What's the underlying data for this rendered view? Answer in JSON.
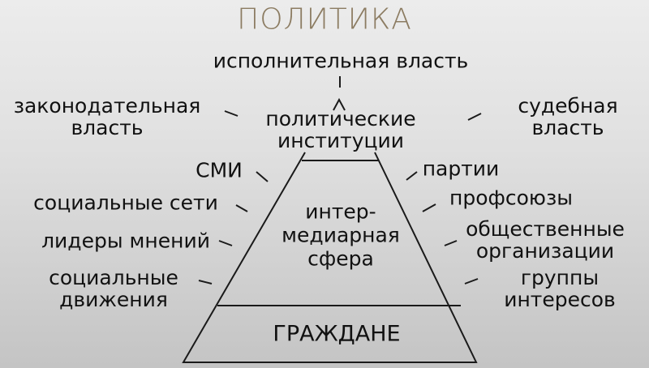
{
  "title": "ПОЛИТИКА",
  "top": "исполнительная власть",
  "left_top": [
    "законодательная",
    "власть"
  ],
  "center_top": [
    "политические",
    "институции"
  ],
  "right_top": [
    "судебная",
    "власть"
  ],
  "left_items": [
    "СМИ",
    "социальные сети",
    "лидеры мнений",
    "социальные",
    "движения"
  ],
  "middle": [
    "интер-",
    "медиарная",
    "сфера"
  ],
  "right_items": [
    "партии",
    "профсоюзы",
    "общественные",
    "организации",
    "группы",
    "интересов"
  ],
  "base": "ГРАЖДАНЕ",
  "colors": {
    "title": "#8c7c62",
    "lines": "#1a1a1a"
  }
}
